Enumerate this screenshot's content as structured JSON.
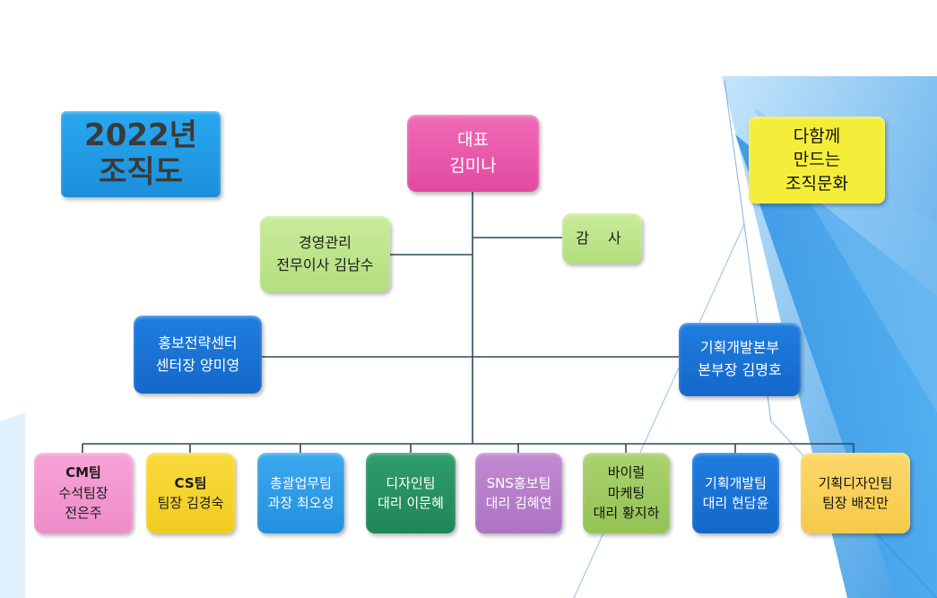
{
  "title": {
    "year": "2022년",
    "name": "조직도"
  },
  "slogan": [
    "다함께",
    "만드는",
    "조직문화"
  ],
  "ceo": {
    "role": "대표",
    "name": "김미나"
  },
  "audit": {
    "label": "감 사"
  },
  "management": {
    "dept": "경영관리",
    "person": "전무이사 김남수"
  },
  "pr_center": {
    "dept": "홍보전략센터",
    "person": "센터장 양미영"
  },
  "planning_division": {
    "dept": "기획개발본부",
    "person": "본부장 김명호"
  },
  "teams": [
    {
      "dept": "CM팀",
      "role": "수석팀장",
      "name": "전은주"
    },
    {
      "dept": "CS팀",
      "role": "팀장 김경숙"
    },
    {
      "dept": "총괄업무팀",
      "role": "과장 최오성"
    },
    {
      "dept": "디자인팀",
      "role": "대리 이문혜"
    },
    {
      "dept": "SNS홍보팀",
      "role": "대리 김혜연"
    },
    {
      "dept": "바이럴",
      "role": "마케팅",
      "name": "대리 황지하"
    },
    {
      "dept": "기획개발팀",
      "role": "대리 현담윤"
    },
    {
      "dept": "기획디자인팀",
      "role": "팀장 배진만"
    }
  ],
  "colors": {
    "ceo": "#e14aa0",
    "green": "#b3de7e",
    "blue": "#1468c9",
    "title_blue": "#1b8fdb",
    "slogan_yellow": "#f4ee3a"
  }
}
